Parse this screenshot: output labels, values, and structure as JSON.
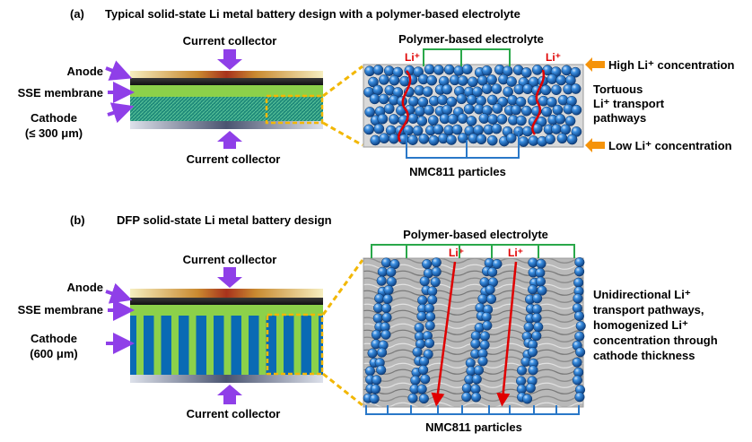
{
  "panel_a": {
    "tag": "(a)",
    "title": "Typical solid-state Li metal battery design with a polymer-based electrolyte",
    "current_collector_top": "Current collector",
    "current_collector_bottom": "Current collector",
    "anode": "Anode",
    "sse": "SSE membrane",
    "cathode": "Cathode",
    "cathode_thickness": "(≤ 300 μm)",
    "electrolyte": "Polymer-based electrolyte",
    "li_plus": "Li⁺",
    "high_conc": "High Li⁺ concentration",
    "low_conc": "Low Li⁺ concentration",
    "tortuous_1": "Tortuous",
    "tortuous_2": "Li⁺ transport",
    "tortuous_3": "pathways",
    "particles": "NMC811 particles"
  },
  "panel_b": {
    "tag": "(b)",
    "title": "DFP solid-state Li metal battery design",
    "current_collector_top": "Current collector",
    "current_collector_bottom": "Current collector",
    "anode": "Anode",
    "sse": "SSE membrane",
    "cathode": "Cathode",
    "cathode_thickness": "(600 μm)",
    "electrolyte": "Polymer-based electrolyte",
    "li_plus": "Li⁺",
    "uni_1": "Unidirectional Li⁺",
    "uni_2": "transport pathways,",
    "uni_3": "homogenized Li⁺",
    "uni_4": "concentration through",
    "uni_5": "cathode thickness",
    "particles": "NMC811 particles"
  },
  "colors": {
    "arrow_purple": "#8f3fe8",
    "arrow_orange": "#f5930a",
    "sse_green": "#8cd14a",
    "cathode_blue": "#0a6ab4",
    "bracket_green": "#2aa84a",
    "bracket_blue": "#2a78c8",
    "li_path_red": "#e00000",
    "zoom_yellow": "#f2b705",
    "particle_blue": "#1e64b4"
  }
}
